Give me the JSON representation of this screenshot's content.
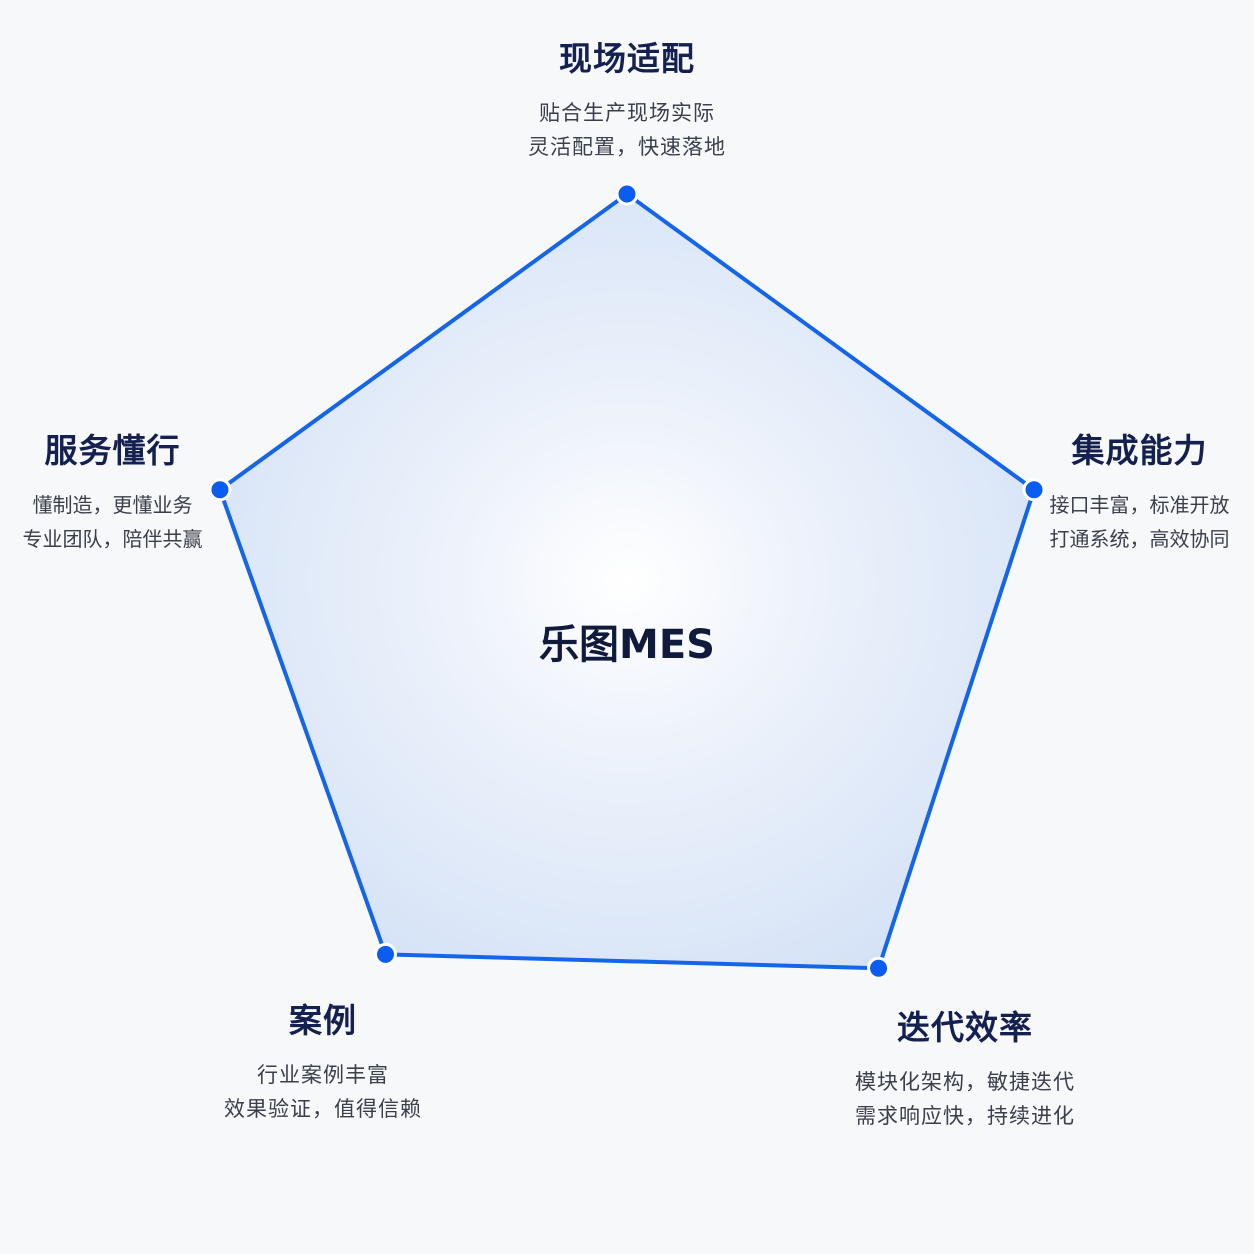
{
  "chart_data": {
    "type": "radar",
    "center_label": "乐图MES",
    "axes": [
      {
        "name": "现场适配",
        "desc": [
          "贴合生产现场实际",
          "灵活配置，快速落地"
        ]
      },
      {
        "name": "集成能力",
        "desc": [
          "接口丰富，标准开放",
          "打通系统，高效协同"
        ]
      },
      {
        "name": "迭代效率",
        "desc": [
          "模块化架构，敏捷迭代",
          "需求响应快，持续进化"
        ]
      },
      {
        "name": "案例",
        "desc": [
          "行业案例丰富",
          "效果验证，值得信赖"
        ]
      },
      {
        "name": "服务懂行",
        "desc": [
          "懂制造，更懂业务",
          "专业团队，陪伴共赢"
        ]
      }
    ],
    "values": [
      1.0,
      1.0,
      1.0,
      0.96,
      1.0
    ],
    "rmax": 1.0,
    "grid_levels": 5,
    "colors": {
      "line": "#1565e8",
      "point": "#0b5cf0",
      "fill": "#d6e4f8",
      "grid": "#8e9ec0"
    }
  }
}
